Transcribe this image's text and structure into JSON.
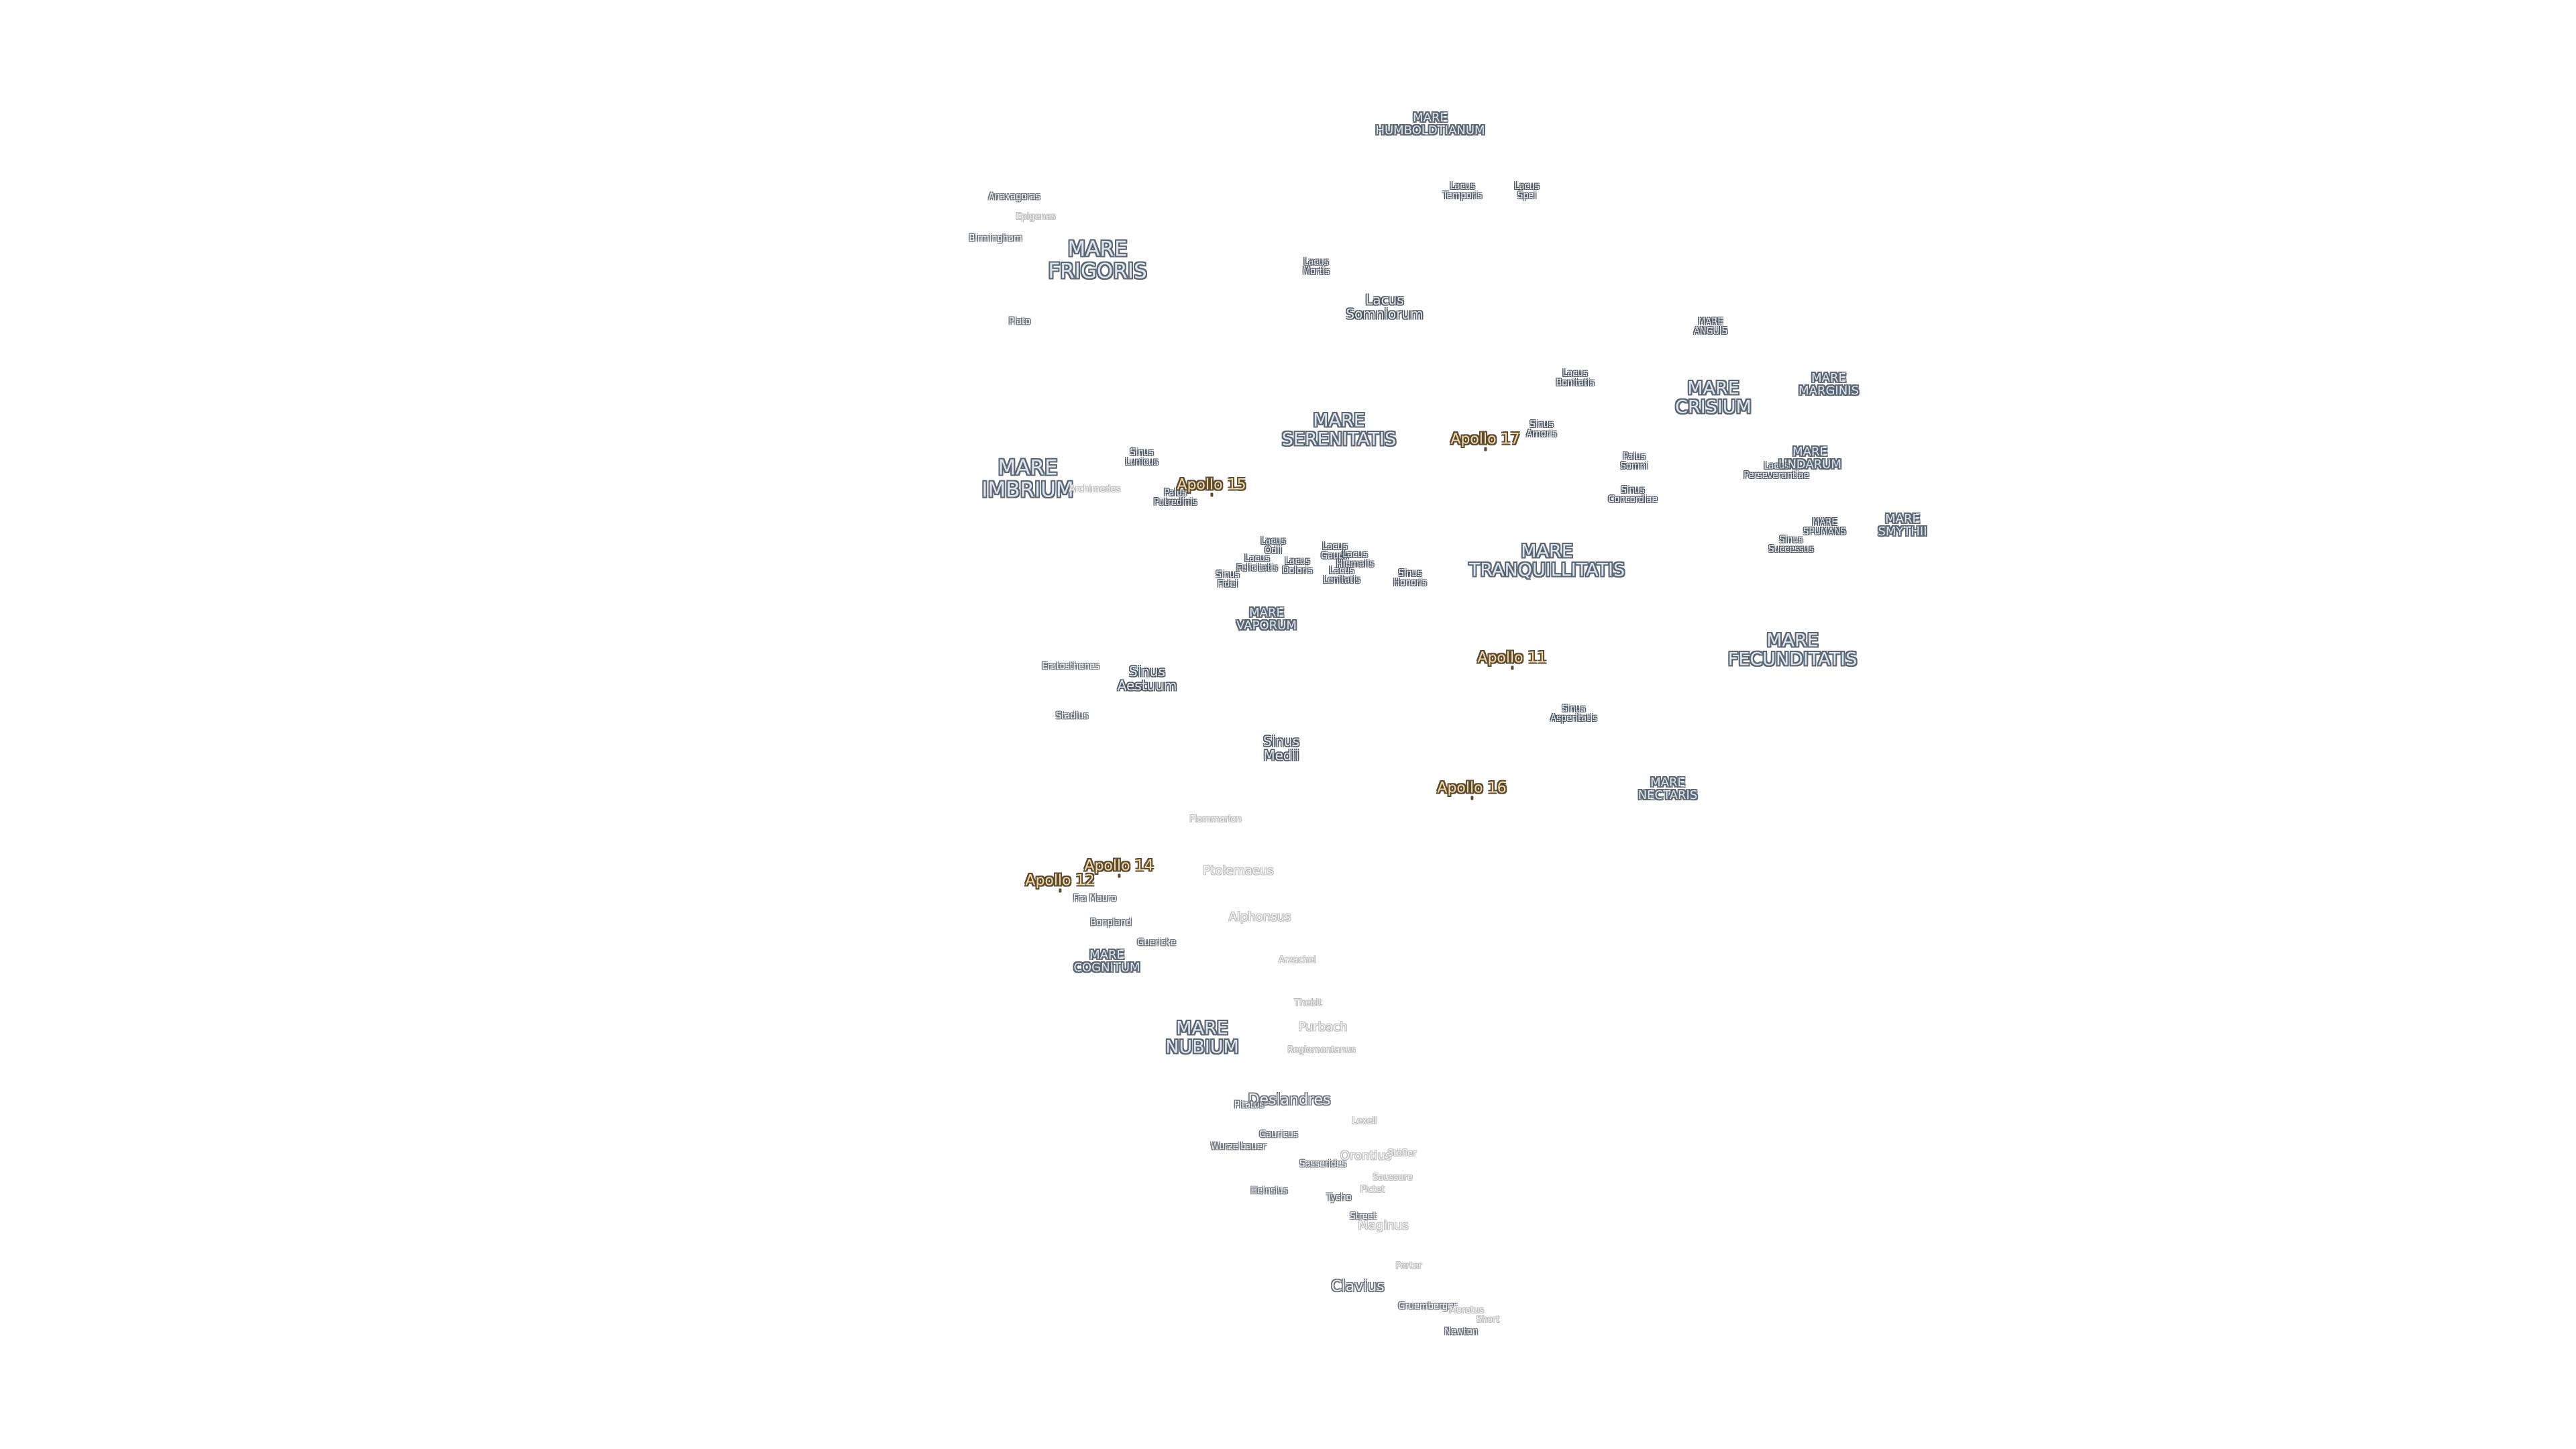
{
  "labels": [
    {
      "id": "mare-humboldtianum",
      "text": "MARE\nHUMBOLDTIANUM",
      "kind": "mare sm"
    },
    {
      "id": "mare-frigoris",
      "text": "MARE\nFRIGORIS",
      "kind": "mare big"
    },
    {
      "id": "mare-serenitatis",
      "text": "MARE\nSERENITATIS",
      "kind": "mare"
    },
    {
      "id": "mare-imbrium",
      "text": "MARE\nIMBRIUM",
      "kind": "mare big"
    },
    {
      "id": "mare-crisium",
      "text": "MARE\nCRISIUM",
      "kind": "mare"
    },
    {
      "id": "mare-marginis",
      "text": "MARE\nMARGINIS",
      "kind": "mare sm"
    },
    {
      "id": "mare-anguis",
      "text": "MARE\nANGUIS",
      "kind": "lake"
    },
    {
      "id": "mare-undarum",
      "text": "MARE\nUNDARUM",
      "kind": "mare sm"
    },
    {
      "id": "mare-spumans",
      "text": "MARE\nSPUMANS",
      "kind": "lake"
    },
    {
      "id": "mare-smythii",
      "text": "MARE\nSMYTHII",
      "kind": "mare sm"
    },
    {
      "id": "mare-tranquillitatis",
      "text": "MARE\nTRANQUILLITATIS",
      "kind": "mare"
    },
    {
      "id": "mare-vaporum",
      "text": "MARE\nVAPORUM",
      "kind": "mare sm"
    },
    {
      "id": "mare-fecunditatis",
      "text": "MARE\nFECUNDITATIS",
      "kind": "mare"
    },
    {
      "id": "mare-nectaris",
      "text": "MARE\nNECTARIS",
      "kind": "mare sm"
    },
    {
      "id": "mare-cognitum",
      "text": "MARE\nCOGNITUM",
      "kind": "mare sm"
    },
    {
      "id": "mare-nubium",
      "text": "MARE\nNUBIUM",
      "kind": "mare"
    },
    {
      "id": "lacus-temporis",
      "text": "Lacus\nTemporis",
      "kind": "lake"
    },
    {
      "id": "lacus-spei",
      "text": "Lacus\nSpei",
      "kind": "lake"
    },
    {
      "id": "lacus-mortis",
      "text": "Lacus\nMortis",
      "kind": "lake"
    },
    {
      "id": "lacus-somniorum",
      "text": "Lacus\nSomniorum",
      "kind": "lake md"
    },
    {
      "id": "lacus-bonitatis",
      "text": "Lacus\nBonitatis",
      "kind": "lake"
    },
    {
      "id": "sinus-amoris",
      "text": "Sinus\nAmoris",
      "kind": "lake"
    },
    {
      "id": "palus-somni",
      "text": "Palus\nSomni",
      "kind": "lake"
    },
    {
      "id": "sinus-concordiae",
      "text": "Sinus\nConcordiae",
      "kind": "lake"
    },
    {
      "id": "lacus-perseverantiae",
      "text": "Lacus\nPerseverantiae",
      "kind": "lake"
    },
    {
      "id": "sinus-successus",
      "text": "Sinus\nSuccessus",
      "kind": "lake"
    },
    {
      "id": "sinus-lunicus",
      "text": "Sinus\nLunicus",
      "kind": "lake"
    },
    {
      "id": "palus-putredinis",
      "text": "Palus\nPutredinis",
      "kind": "lake"
    },
    {
      "id": "lacus-odii",
      "text": "Lacus\nOdii",
      "kind": "lake"
    },
    {
      "id": "lacus-felicitatis",
      "text": "Lacus\nFelicitatis",
      "kind": "lake"
    },
    {
      "id": "sinus-fidei",
      "text": "Sinus\nFidei",
      "kind": "lake"
    },
    {
      "id": "lacus-doloris",
      "text": "Lacus\nDoloris",
      "kind": "lake"
    },
    {
      "id": "lacus-gaudii",
      "text": "Lacus\nGaudii",
      "kind": "lake"
    },
    {
      "id": "lacus-hiemalis",
      "text": "Lacus\nHiemalis",
      "kind": "lake"
    },
    {
      "id": "lacus-lenitatis",
      "text": "Lacus\nLenitatis",
      "kind": "lake"
    },
    {
      "id": "sinus-honoris",
      "text": "Sinus\nHonoris",
      "kind": "lake"
    },
    {
      "id": "sinus-aestuum",
      "text": "Sinus\nAestuum",
      "kind": "lake md"
    },
    {
      "id": "sinus-medii",
      "text": "Sinus\nMedii",
      "kind": "lake md"
    },
    {
      "id": "sinus-asperitatis",
      "text": "Sinus\nAsperitatis",
      "kind": "lake"
    },
    {
      "id": "apollo-17",
      "text": "Apollo 17",
      "kind": "apollo"
    },
    {
      "id": "apollo-15",
      "text": "Apollo 15",
      "kind": "apollo"
    },
    {
      "id": "apollo-11",
      "text": "Apollo 11",
      "kind": "apollo"
    },
    {
      "id": "apollo-16",
      "text": "Apollo 16",
      "kind": "apollo"
    },
    {
      "id": "apollo-14",
      "text": "Apollo 14",
      "kind": "apollo"
    },
    {
      "id": "apollo-12",
      "text": "Apollo 12",
      "kind": "apollo"
    },
    {
      "id": "anaxagoras",
      "text": "Anaxagoras",
      "kind": "crater"
    },
    {
      "id": "epigenes",
      "text": "Epigenes",
      "kind": "crater faint"
    },
    {
      "id": "birmingham",
      "text": "Birmingham",
      "kind": "crater"
    },
    {
      "id": "plato",
      "text": "Plato",
      "kind": "crater"
    },
    {
      "id": "archimedes",
      "text": "Archimedes",
      "kind": "crater faint"
    },
    {
      "id": "eratosthenes",
      "text": "Eratosthenes",
      "kind": "crater"
    },
    {
      "id": "stadius",
      "text": "Stadius",
      "kind": "crater"
    },
    {
      "id": "flammarion",
      "text": "Flammarion",
      "kind": "crater faint"
    },
    {
      "id": "ptolemaeus",
      "text": "Ptolemaeus",
      "kind": "crater faint md"
    },
    {
      "id": "fra-mauro",
      "text": "Fra Mauro",
      "kind": "crater"
    },
    {
      "id": "bonpland",
      "text": "Bonpland",
      "kind": "crater"
    },
    {
      "id": "alphonsus",
      "text": "Alphonsus",
      "kind": "crater faint md"
    },
    {
      "id": "guericke",
      "text": "Guericke",
      "kind": "crater"
    },
    {
      "id": "arzachel",
      "text": "Arzachel",
      "kind": "crater faint"
    },
    {
      "id": "thebit",
      "text": "Thebit",
      "kind": "crater faint"
    },
    {
      "id": "purbach",
      "text": "Purbach",
      "kind": "crater faint md"
    },
    {
      "id": "regiomontanus",
      "text": "Regiomontanus",
      "kind": "crater faint"
    },
    {
      "id": "deslandres",
      "text": "Deslandres",
      "kind": "crater lg"
    },
    {
      "id": "pitatus",
      "text": "Pitatus",
      "kind": "crater"
    },
    {
      "id": "lexell",
      "text": "Lexell",
      "kind": "crater faint"
    },
    {
      "id": "gauricus",
      "text": "Gauricus",
      "kind": "crater"
    },
    {
      "id": "wurzelbauer",
      "text": "Wurzelbauer",
      "kind": "crater"
    },
    {
      "id": "orontius",
      "text": "Orontius",
      "kind": "crater faint md"
    },
    {
      "id": "stofler",
      "text": "Stöfler",
      "kind": "crater faint"
    },
    {
      "id": "sasserides",
      "text": "Sasserides",
      "kind": "crater"
    },
    {
      "id": "saussure",
      "text": "Saussure",
      "kind": "crater faint"
    },
    {
      "id": "pictet",
      "text": "Pictet",
      "kind": "crater faint"
    },
    {
      "id": "heinsius",
      "text": "Heinsius",
      "kind": "crater"
    },
    {
      "id": "tycho",
      "text": "Tycho",
      "kind": "crater"
    },
    {
      "id": "street",
      "text": "Street",
      "kind": "crater"
    },
    {
      "id": "maginus",
      "text": "Maginus",
      "kind": "crater faint md"
    },
    {
      "id": "porter",
      "text": "Porter",
      "kind": "crater faint"
    },
    {
      "id": "clavius",
      "text": "Clavius",
      "kind": "crater lg"
    },
    {
      "id": "gruemberger",
      "text": "Gruemberger",
      "kind": "crater"
    },
    {
      "id": "moretus",
      "text": "Moretus",
      "kind": "crater faint"
    },
    {
      "id": "short",
      "text": "Short",
      "kind": "crater faint"
    },
    {
      "id": "newton",
      "text": "Newton",
      "kind": "crater"
    }
  ]
}
